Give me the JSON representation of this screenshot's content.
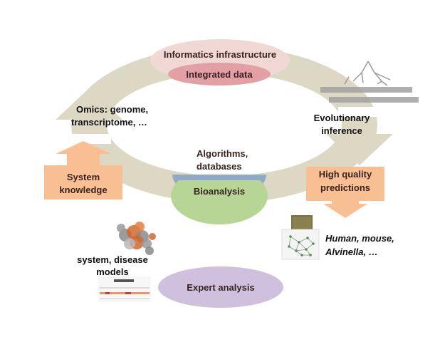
{
  "diagram": {
    "top_ellipse_outer": "Informatics infrastructure",
    "top_ellipse_inner": "Integrated data",
    "left_cycle_label": [
      "Omics: genome,",
      "transcriptome, …"
    ],
    "right_cycle_label": [
      "Evolutionary",
      "inference"
    ],
    "center_top_label": [
      "Algorithms,",
      "databases"
    ],
    "center_bottom_label": "Bioanalysis",
    "left_box": [
      "System",
      "knowledge"
    ],
    "right_box": [
      "High quality",
      "predictions"
    ],
    "right_bottom_label": [
      "Human, mouse,",
      "Alvinella, …"
    ],
    "left_bottom_label": [
      "system, disease",
      "models"
    ],
    "bottom_ellipse": "Expert analysis"
  },
  "colors": {
    "cycle_arrow": "#dcd8c4",
    "top_outer": "#f0d8d4",
    "top_inner": "#e2a0a4",
    "box_orange": "#f8bf92",
    "bioanalysis_blue": "#8faac7",
    "bioanalysis_green": "#b7d695",
    "expert_purple": "#cfc0dd"
  }
}
